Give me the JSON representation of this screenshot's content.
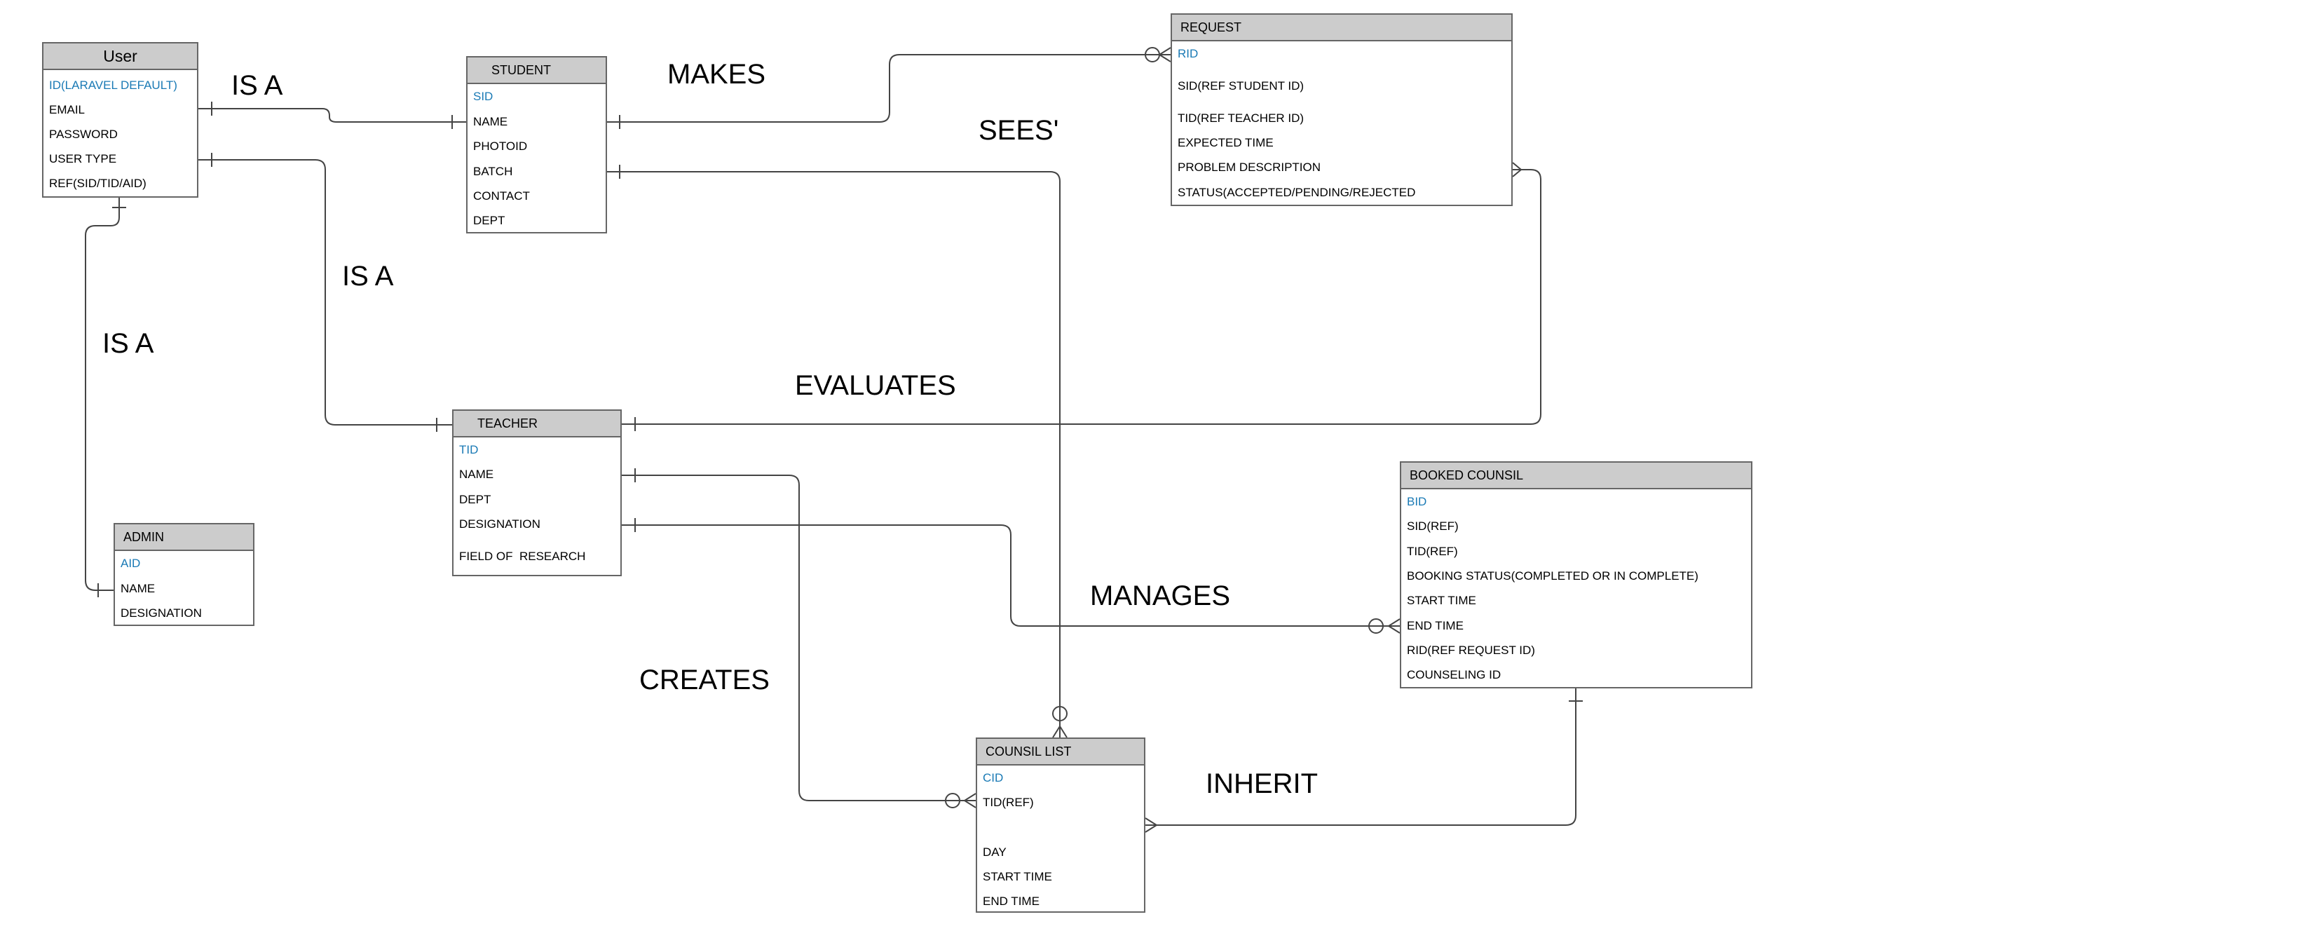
{
  "entities": {
    "user": {
      "title": "User",
      "fields": [
        "ID(LARAVEL DEFAULT)",
        "EMAIL",
        "PASSWORD",
        "USER TYPE",
        "REF(SID/TID/AID)"
      ]
    },
    "student": {
      "title": "STUDENT",
      "fields": [
        "SID",
        "NAME",
        "PHOTOID",
        "BATCH",
        "CONTACT",
        "DEPT"
      ]
    },
    "request": {
      "title": "REQUEST",
      "fields": [
        "RID",
        "SID(REF STUDENT ID)",
        "TID(REF TEACHER ID)",
        "EXPECTED TIME",
        "PROBLEM DESCRIPTION",
        "STATUS(ACCEPTED/PENDING/REJECTED"
      ]
    },
    "teacher": {
      "title": "TEACHER",
      "fields": [
        "TID",
        "NAME",
        "DEPT",
        "DESIGNATION",
        "FIELD OF  RESEARCH"
      ]
    },
    "admin": {
      "title": "ADMIN",
      "fields": [
        "AID",
        "NAME",
        "DESIGNATION"
      ]
    },
    "booked": {
      "title": "BOOKED COUNSIL",
      "fields": [
        "BID",
        "SID(REF)",
        "TID(REF)",
        "BOOKING STATUS(COMPLETED OR IN COMPLETE)",
        "START TIME",
        "END TIME",
        "RID(REF REQUEST ID)",
        "COUNSELING ID"
      ]
    },
    "counsil": {
      "title": "COUNSIL LIST",
      "fields": [
        "CID",
        "TID(REF)",
        "DAY",
        "START TIME",
        "END TIME"
      ]
    }
  },
  "relationships": {
    "isa_student": "IS A",
    "isa_teacher": "IS A",
    "isa_admin": "IS A",
    "makes": "MAKES",
    "sees": "SEES'",
    "evaluates": "EVALUATES",
    "manages": "MANAGES",
    "creates": "CREATES",
    "inherit": "INHERIT"
  },
  "colors": {
    "header": "#cccccc",
    "border": "#666666",
    "primary_key": "#1a7ab5",
    "line": "#444444"
  }
}
